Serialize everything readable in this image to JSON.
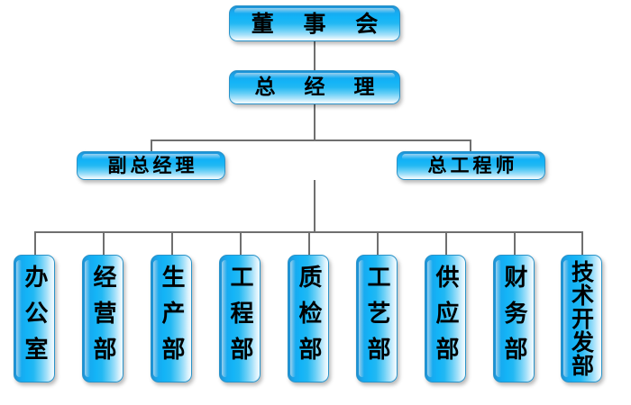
{
  "chart_data": {
    "type": "diagram",
    "title": "",
    "diagram_kind": "organization-chart",
    "orientation": "top-down",
    "levels": 4,
    "nodes": [
      {
        "id": "board",
        "label": "董 事 会",
        "level": 1,
        "shape": "rounded-rect-horizontal"
      },
      {
        "id": "gm",
        "label": "总 经 理",
        "level": 2,
        "shape": "rounded-rect-horizontal"
      },
      {
        "id": "deputy-gm",
        "label": "副总经理",
        "level": 3,
        "shape": "rounded-rect-horizontal"
      },
      {
        "id": "chief-eng",
        "label": "总工程师",
        "level": 3,
        "shape": "rounded-rect-horizontal"
      },
      {
        "id": "dept-1",
        "label": "办公室",
        "level": 4,
        "shape": "rounded-rect-vertical"
      },
      {
        "id": "dept-2",
        "label": "经营部",
        "level": 4,
        "shape": "rounded-rect-vertical"
      },
      {
        "id": "dept-3",
        "label": "生产部",
        "level": 4,
        "shape": "rounded-rect-vertical"
      },
      {
        "id": "dept-4",
        "label": "工程部",
        "level": 4,
        "shape": "rounded-rect-vertical"
      },
      {
        "id": "dept-5",
        "label": "质检部",
        "level": 4,
        "shape": "rounded-rect-vertical"
      },
      {
        "id": "dept-6",
        "label": "工艺部",
        "level": 4,
        "shape": "rounded-rect-vertical"
      },
      {
        "id": "dept-7",
        "label": "供应部",
        "level": 4,
        "shape": "rounded-rect-vertical"
      },
      {
        "id": "dept-8",
        "label": "财务部",
        "level": 4,
        "shape": "rounded-rect-vertical"
      },
      {
        "id": "dept-9",
        "label": "技术开发部",
        "level": 4,
        "shape": "rounded-rect-vertical"
      }
    ],
    "edges": [
      {
        "from": "board",
        "to": "gm"
      },
      {
        "from": "gm",
        "to": "deputy-gm"
      },
      {
        "from": "gm",
        "to": "chief-eng"
      },
      {
        "from": "gm",
        "to": "dept-1"
      },
      {
        "from": "gm",
        "to": "dept-2"
      },
      {
        "from": "gm",
        "to": "dept-3"
      },
      {
        "from": "gm",
        "to": "dept-4"
      },
      {
        "from": "gm",
        "to": "dept-5"
      },
      {
        "from": "gm",
        "to": "dept-6"
      },
      {
        "from": "gm",
        "to": "dept-7"
      },
      {
        "from": "gm",
        "to": "dept-8"
      },
      {
        "from": "gm",
        "to": "dept-9"
      }
    ],
    "colors": {
      "node_fill_dark": "#1b8fd4",
      "node_fill_bright": "#13b4f7",
      "node_fill_light": "#f2fbff",
      "node_border": "#2a93c9",
      "connector": "#6f6f6f",
      "label_text": "#000000",
      "background": "#ffffff"
    }
  },
  "nodes": {
    "board": {
      "label": "董 事 会"
    },
    "gm": {
      "label": "总 经 理"
    },
    "deputy_gm": {
      "label": "副总经理"
    },
    "chief_eng": {
      "label": "总工程师"
    },
    "departments": [
      {
        "label": "办公室"
      },
      {
        "label": "经营部"
      },
      {
        "label": "生产部"
      },
      {
        "label": "工程部"
      },
      {
        "label": "质检部"
      },
      {
        "label": "工艺部"
      },
      {
        "label": "供应部"
      },
      {
        "label": "财务部"
      },
      {
        "label": "技术开发部"
      }
    ]
  }
}
